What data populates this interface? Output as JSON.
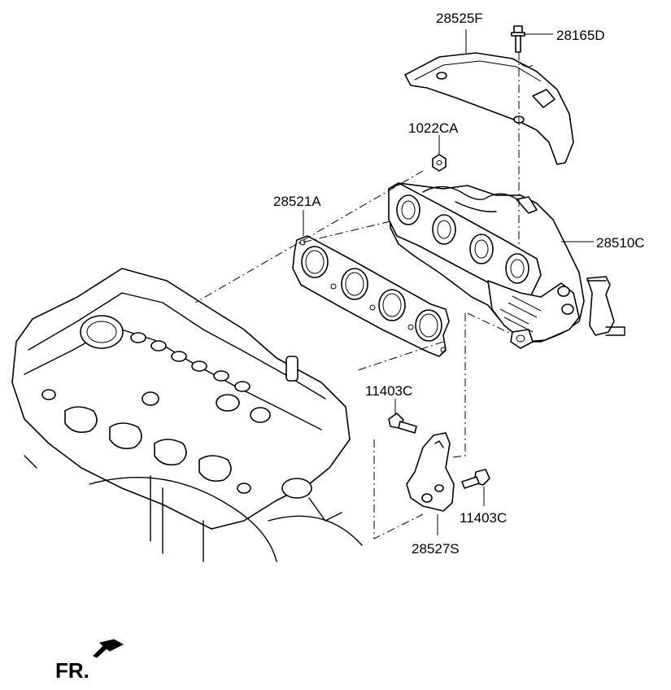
{
  "labels": {
    "heat_shield": "28525F",
    "shield_bolt": "28165D",
    "nut": "1022CA",
    "gasket": "28521A",
    "manifold": "28510C",
    "bracket_bolt_top": "11403C",
    "bracket_bolt_bottom": "11403C",
    "bracket": "28527S"
  },
  "front_indicator": "FR."
}
